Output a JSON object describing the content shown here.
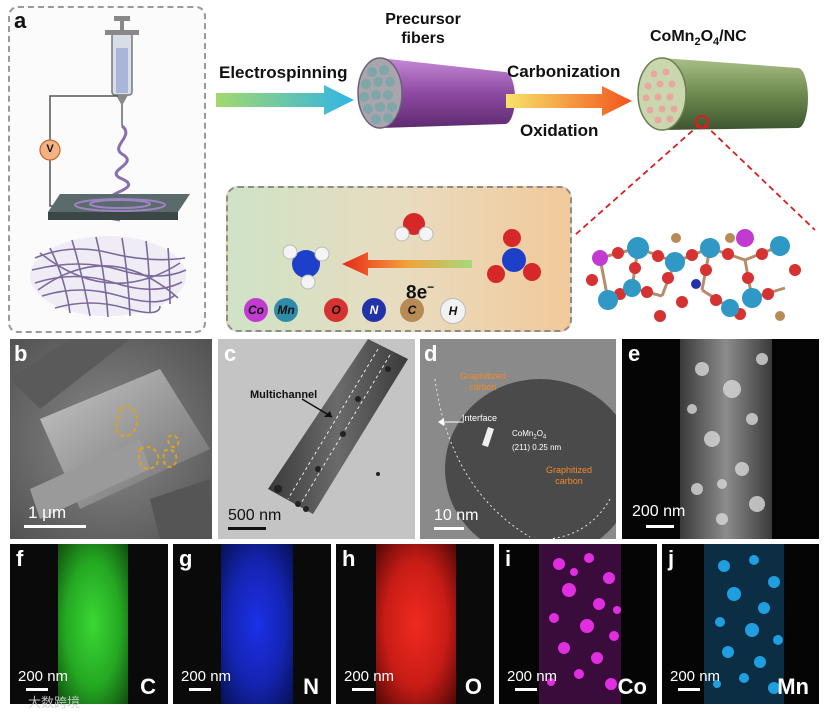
{
  "panel_a": {
    "label": "a",
    "voltage_symbol": "V",
    "step_electrospinning": "Electrospinning",
    "precursor_line1": "Precursor",
    "precursor_line2": "fibers",
    "step_carbonization": "Carbonization",
    "step_oxidation": "Oxidation",
    "product_prefix": "CoMn",
    "product_sub2": "2",
    "product_mid": "O",
    "product_sub4": "4",
    "product_suffix": "/NC",
    "electrons": "8e",
    "electrons_sup": "−",
    "legend": [
      {
        "symbol": "Co",
        "color": "#c23bd0"
      },
      {
        "symbol": "Mn",
        "color": "#2f8ca8"
      },
      {
        "symbol": "O",
        "color": "#d63232"
      },
      {
        "symbol": "N",
        "color": "#2233aa"
      },
      {
        "symbol": "C",
        "color": "#b88a55"
      },
      {
        "symbol": "H",
        "color": "#f2f2f2"
      }
    ]
  },
  "panel_b": {
    "label": "b",
    "scale": "1 μm"
  },
  "panel_c": {
    "label": "c",
    "scale": "500  nm",
    "annotation": "Multichannel"
  },
  "panel_d": {
    "label": "d",
    "scale": "10  nm",
    "graphitized_top_1": "Graphitized",
    "graphitized_top_2": "carbon",
    "interface": "Interface",
    "phase_line1_a": "CoMn",
    "phase_line1_sub2": "2",
    "phase_line1_b": "O",
    "phase_line1_sub4": "4",
    "phase_line2": "(211) 0.25 nm",
    "graphitized_bottom_1": "Graphitized",
    "graphitized_bottom_2": "carbon"
  },
  "panel_e": {
    "label": "e",
    "scale": "200  nm"
  },
  "maps": [
    {
      "label": "f",
      "scale": "200  nm",
      "element": "C",
      "color": "#23c21f"
    },
    {
      "label": "g",
      "scale": "200  nm",
      "element": "N",
      "color": "#1a2ee0"
    },
    {
      "label": "h",
      "scale": "200  nm",
      "element": "O",
      "color": "#e0231c"
    },
    {
      "label": "i",
      "scale": "200  nm",
      "element": "Co",
      "color": "#d428d6"
    },
    {
      "label": "j",
      "scale": "200  nm",
      "element": "Mn",
      "color": "#1a97d6"
    }
  ],
  "watermark": "大数跨境"
}
